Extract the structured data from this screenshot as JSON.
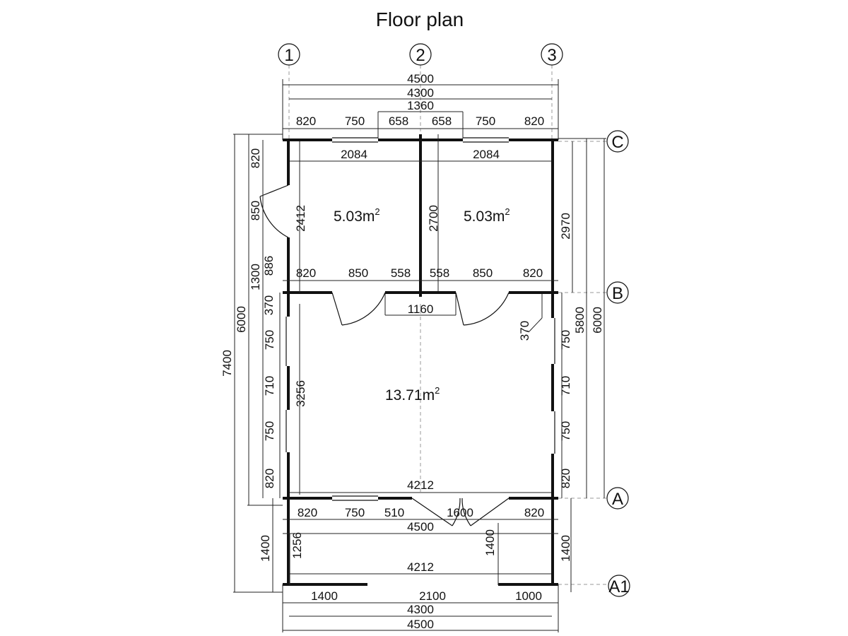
{
  "title": "Floor plan",
  "axes": {
    "columns": [
      "1",
      "2",
      "3"
    ],
    "rows": [
      "C",
      "B",
      "A",
      "A1"
    ]
  },
  "rooms": [
    {
      "area": "5.03",
      "unit": "m",
      "exp": "2"
    },
    {
      "area": "5.03",
      "unit": "m",
      "exp": "2"
    },
    {
      "area": "13.71",
      "unit": "m",
      "exp": "2"
    }
  ],
  "dims": {
    "top_overall": "4500",
    "top_axis": "4300",
    "top_window_pair": "1360",
    "top_segments": [
      "820",
      "750",
      "658",
      "658",
      "750",
      "820"
    ],
    "upper_room_widths": [
      "2084",
      "2084"
    ],
    "left_door_wall": [
      "820",
      "850",
      "886"
    ],
    "left_outer": [
      "1300",
      "6000",
      "7400"
    ],
    "left_heights": [
      "2412",
      "370"
    ],
    "mid_height": "2700",
    "right_upper": "2970",
    "b_segments": [
      "820",
      "850",
      "558",
      "558",
      "850",
      "820"
    ],
    "b_center_opening": "1160",
    "b_side": "370",
    "right_outer": [
      "5800",
      "6000"
    ],
    "main_left": [
      "750",
      "710",
      "750",
      "820"
    ],
    "main_right": [
      "750",
      "710",
      "750",
      "820"
    ],
    "main_height": "3256",
    "a_inner": "4212",
    "a_segments": [
      "820",
      "750",
      "510",
      "1600",
      "820"
    ],
    "a_overall": "4500",
    "terrace_left": [
      "1400",
      "1256"
    ],
    "terrace_mid": "1400",
    "terrace_right": "1400",
    "terrace_inner": "4212",
    "a1_segments": [
      "1400",
      "2100",
      "1000"
    ],
    "bottom_axis": "4300",
    "bottom_overall": "4500"
  }
}
